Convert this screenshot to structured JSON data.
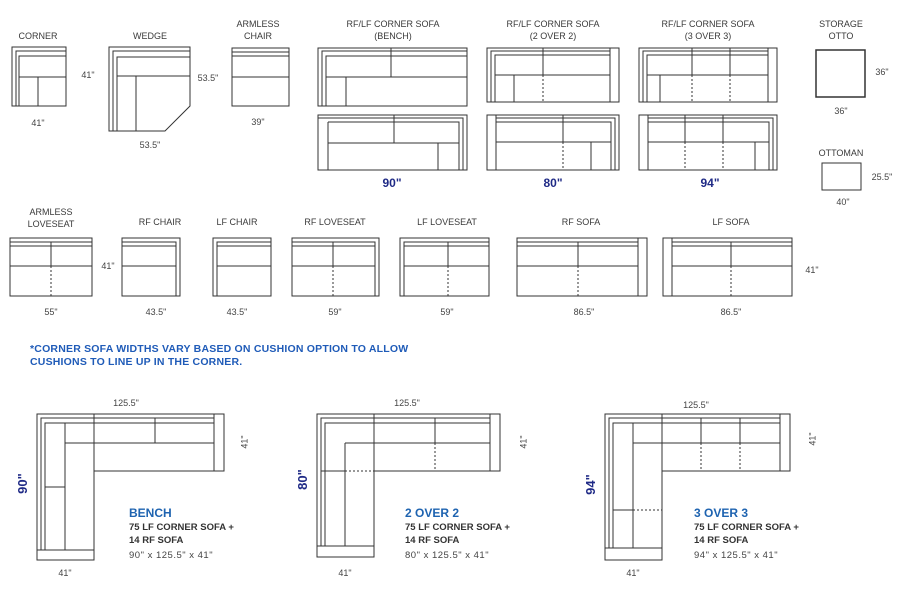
{
  "pieces_row1": [
    {
      "label": "CORNER",
      "dims": [
        "41\"",
        "41\""
      ]
    },
    {
      "label": "WEDGE",
      "dims": [
        "53.5\"",
        "53.5\""
      ]
    },
    {
      "label_lines": [
        "ARMLESS",
        "CHAIR"
      ],
      "dims": [
        "39\""
      ]
    },
    {
      "label_lines": [
        "RF/LF CORNER SOFA",
        "(BENCH)"
      ],
      "width": "90\""
    },
    {
      "label_lines": [
        "RF/LF CORNER SOFA",
        "(2 OVER 2)"
      ],
      "width": "80\""
    },
    {
      "label_lines": [
        "RF/LF CORNER SOFA",
        "(3 OVER 3)"
      ],
      "width": "94\""
    },
    {
      "label_lines": [
        "STORAGE",
        "OTTO"
      ],
      "dims": [
        "36\"",
        "36\""
      ]
    },
    {
      "label": "OTTOMAN",
      "dims": [
        "25.5\"",
        "40\""
      ]
    }
  ],
  "pieces_row2": [
    {
      "label_lines": [
        "ARMLESS",
        "LOVESEAT"
      ],
      "width": "55\""
    },
    {
      "label": "RF CHAIR",
      "width": "43.5\""
    },
    {
      "label": "LF CHAIR",
      "width": "43.5\""
    },
    {
      "label": "RF LOVESEAT",
      "width": "59\""
    },
    {
      "label": "LF LOVESEAT",
      "width": "59\""
    },
    {
      "label": "RF SOFA",
      "width": "86.5\""
    },
    {
      "label": "LF SOFA",
      "width": "86.5\""
    }
  ],
  "row2_depth": "41\"",
  "note_lines": [
    "*CORNER SOFA WIDTHS VARY BASED ON CUSHION OPTION TO ALLOW",
    "CUSHIONS TO LINE UP IN THE CORNER."
  ],
  "configurations": [
    {
      "title": "BENCH",
      "line1": "75 LF CORNER SOFA +",
      "line2": "14 RF SOFA",
      "dims": "90\" x 125.5\" x 41\"",
      "length": "90\"",
      "width": "125.5\"",
      "depth": "41\"",
      "col": "41\""
    },
    {
      "title": "2 OVER 2",
      "line1": "75 LF CORNER SOFA +",
      "line2": "14 RF SOFA",
      "dims": "80\" x 125.5\" x 41\"",
      "length": "80\"",
      "width": "125.5\"",
      "depth": "41\"",
      "col": "41\""
    },
    {
      "title": "3 OVER 3",
      "line1": "75 LF CORNER SOFA +",
      "line2": "14 RF SOFA",
      "dims": "94\" x 125.5\" x 41\"",
      "length": "94\"",
      "width": "125.5\"",
      "depth": "41\"",
      "col": "41\""
    }
  ]
}
